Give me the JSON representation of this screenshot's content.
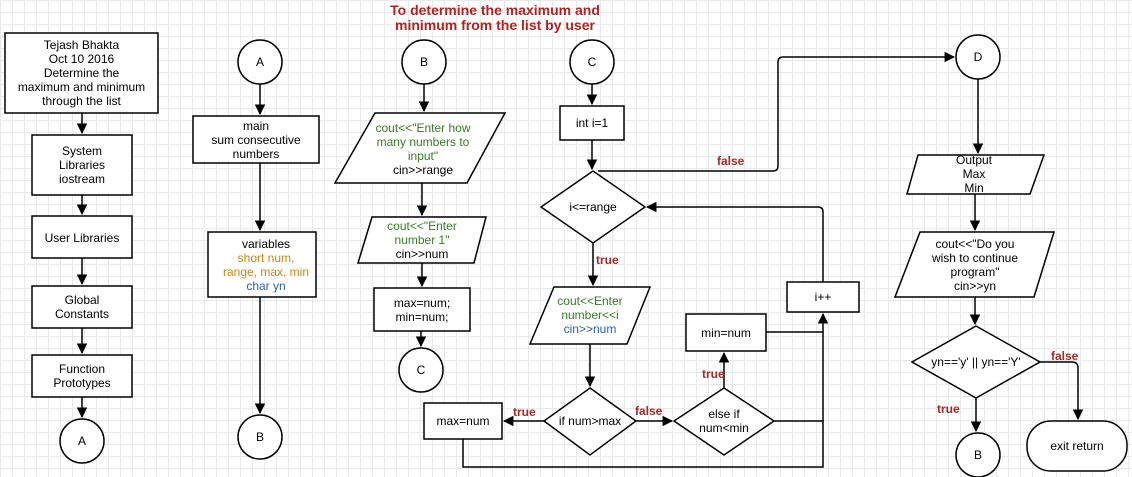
{
  "title": {
    "line1": "To determine the maximum and",
    "line2": "minimum from the list by user"
  },
  "col1": {
    "header": [
      "Tejash Bhakta",
      "Oct 10 2016",
      "Determine the",
      "maximum and minimum",
      "through the list"
    ],
    "system": [
      "System",
      "Libraries",
      "iostream"
    ],
    "user_libs": "User Libraries",
    "global": [
      "Global",
      "Constants"
    ],
    "function": [
      "Function",
      "Prototypes"
    ],
    "connector": "A"
  },
  "col2": {
    "start": "A",
    "main": [
      "main",
      "sum consecutive",
      "numbers"
    ],
    "vars_title": "variables",
    "vars_line1": "short num,",
    "vars_line2": "range, max, min",
    "vars_line3": "char yn",
    "end": "B"
  },
  "col3": {
    "start": "B",
    "io1_code": "cout<<\"Enter how",
    "io1_code2": "many numbers to",
    "io1_code3": "input\"",
    "io1_input": "cin>>range",
    "io2_code": "cout<<\"Enter",
    "io2_code2": "number 1\"",
    "io2_input": "cin>>num",
    "assign": [
      "max=num;",
      "min=num;"
    ],
    "end": "C"
  },
  "col4": {
    "start": "C",
    "init": "int i=1",
    "loop_cond": "i<=range",
    "io_code": "cout<<Enter",
    "io_code2": "number<<i",
    "io_input": "cin>>num",
    "if_max": "if num>max",
    "max_assign": "max=num",
    "elseif_line1": "else if",
    "elseif_line2": "num<min",
    "min_assign": "min=num",
    "increment": "i++",
    "labels": {
      "false_top": "false",
      "true_loop": "true",
      "true_max": "true",
      "false_max": "false",
      "true_min": "true"
    }
  },
  "col5": {
    "start": "D",
    "output": [
      "Output",
      "Max",
      "Min"
    ],
    "prompt_line1": "cout<<\"Do you",
    "prompt_line2": "wish to continue",
    "prompt_line3": "program\"",
    "prompt_input": "cin>>yn",
    "decision": "yn=='y' || yn=='Y'",
    "true_label": "true",
    "false_label": "false",
    "true_target": "B",
    "exit": "exit return"
  }
}
